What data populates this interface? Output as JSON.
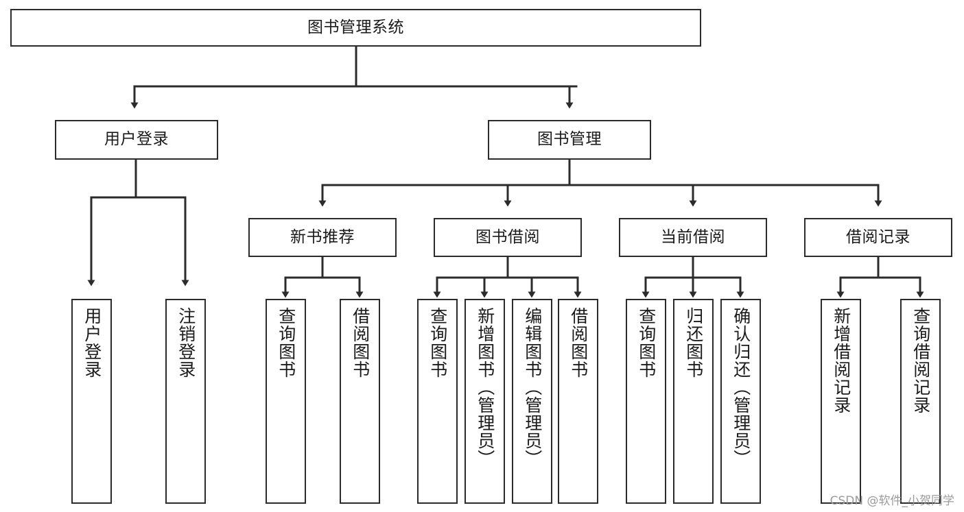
{
  "diagram": {
    "type": "tree",
    "title": "图书管理系统",
    "orientation": "top-down",
    "stroke_color": "#2b2b2b",
    "fill_color": "#ffffff",
    "background_color": "#ffffff",
    "root": {
      "label": "图书管理系统"
    },
    "level1": [
      {
        "label": "用户登录"
      },
      {
        "label": "图书管理"
      }
    ],
    "level2": [
      {
        "label": "新书推荐"
      },
      {
        "label": "图书借阅"
      },
      {
        "label": "当前借阅"
      },
      {
        "label": "借阅记录"
      }
    ],
    "leaves": {
      "user_login": [
        {
          "label": "用户登录"
        },
        {
          "label": "注销登录"
        }
      ],
      "new_book": [
        {
          "label": "查询图书"
        },
        {
          "label": "借阅图书"
        }
      ],
      "book_borrow": [
        {
          "label": "查询图书"
        },
        {
          "label": "新增图书（管理员）"
        },
        {
          "label": "编辑图书（管理员）"
        },
        {
          "label": "借阅图书"
        }
      ],
      "current_borrow": [
        {
          "label": "查询图书"
        },
        {
          "label": "归还图书"
        },
        {
          "label": "确认归还（管理员）"
        }
      ],
      "borrow_record": [
        {
          "label": "新增借阅记录"
        },
        {
          "label": "查询借阅记录"
        }
      ]
    },
    "watermark": "CSDN @软件_小贺同学"
  }
}
